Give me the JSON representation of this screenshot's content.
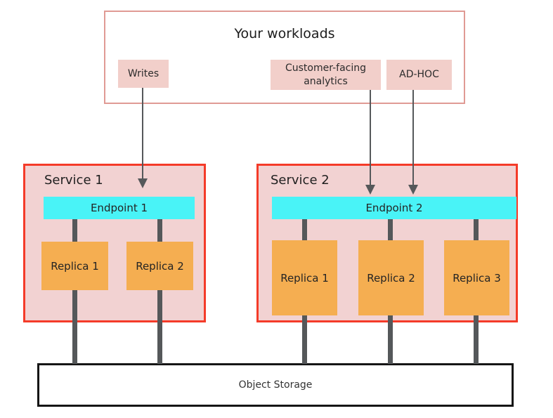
{
  "colors": {
    "service-border": "#f43b29",
    "service-bg": "#f2d2d2",
    "chip-bg": "#f2cfca",
    "workloads-border": "#e09a94",
    "endpoint-bg": "#49f3f7",
    "replica-bg": "#f5ae51",
    "connector": "#55585a",
    "storage-border": "#151515",
    "text": "#2b2b2b"
  },
  "workloads": {
    "title": "Your workloads",
    "items": [
      {
        "label": "Writes"
      },
      {
        "label": "Customer-facing analytics"
      },
      {
        "label": "AD-HOC"
      }
    ]
  },
  "services": [
    {
      "title": "Service 1",
      "endpoint": "Endpoint 1",
      "replicas": [
        "Replica 1",
        "Replica 2"
      ]
    },
    {
      "title": "Service 2",
      "endpoint": "Endpoint 2",
      "replicas": [
        "Replica 1",
        "Replica 2",
        "Replica 3"
      ]
    }
  ],
  "storage": {
    "label": "Object Storage"
  }
}
